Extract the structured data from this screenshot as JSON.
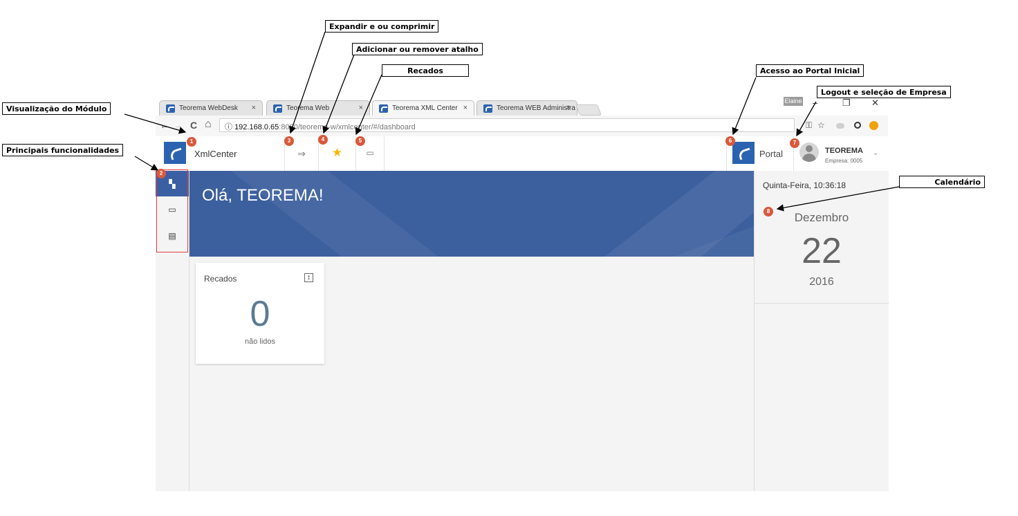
{
  "browser": {
    "tabs": [
      {
        "label": "Teorema WebDesk",
        "close": "×"
      },
      {
        "label": "Teorema Web",
        "close": "×"
      },
      {
        "label": "Teorema XML Center",
        "close": "×"
      },
      {
        "label": "Teorema WEB Administra",
        "close": "×"
      }
    ],
    "window_user": "Elaine",
    "window_controls": {
      "minimize": "–",
      "restore": "❐",
      "close": "✕"
    },
    "nav": {
      "back": "←",
      "forward": "→",
      "reload": "C",
      "home": "⌂",
      "info": "ⓘ"
    },
    "url_host": "192.168.0.65",
    "url_path": ":8080/teorema-w/xmlcenter/#/dashboard",
    "ext_icons": {
      "key": "⚿",
      "star": "☆"
    }
  },
  "app": {
    "module_name": "XmlCenter",
    "header_buttons": {
      "expand": "⇒",
      "shortcut": "★",
      "messages": "▭"
    },
    "portal_label": "Portal",
    "user_name": "TEOREMA",
    "company": "Empresa: 0005",
    "caret": "⌄",
    "accent": "#2c63b0"
  },
  "sidebar": {
    "items": [
      {
        "icon": "dashboard-icon",
        "glyph": "▚"
      },
      {
        "icon": "messages-icon",
        "glyph": "▭"
      },
      {
        "icon": "document-icon",
        "glyph": "▤"
      }
    ]
  },
  "main": {
    "greeting": "Olá, TEOREMA!",
    "card": {
      "title": "Recados",
      "icon": "↥",
      "count": "0",
      "subtitle": "não lidos"
    }
  },
  "calendar": {
    "datetime": "Quinta-Feira, 10:36:18",
    "month": "Dezembro",
    "day": "22",
    "year": "2016"
  },
  "annotations": {
    "callouts": {
      "modulo": "Visualização do Módulo",
      "funcionalidades": "Principais funcionalidades",
      "expandir": "Expandir e ou comprimir",
      "atalho": "Adicionar ou remover atalho",
      "recados": "Recados",
      "portal": "Acesso ao Portal Inicial",
      "logout": "Logout e seleção de Empresa",
      "calendario": "Calendário"
    },
    "badges": [
      "1",
      "2",
      "3",
      "4",
      "5",
      "6",
      "7",
      "8"
    ]
  }
}
